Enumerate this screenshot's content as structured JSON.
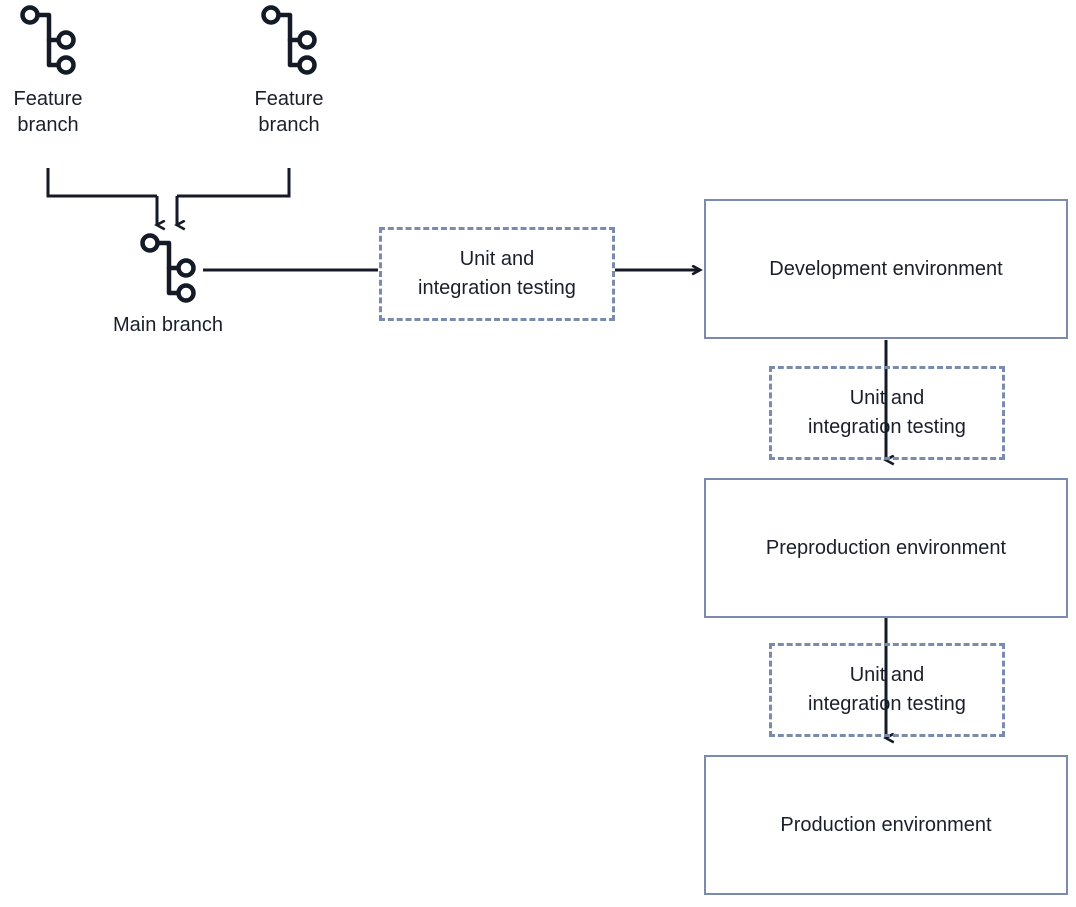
{
  "diagram": {
    "title": "CI/CD branching and environment promotion flow",
    "colors": {
      "box_border": "#7b8bb0",
      "dashed_border": "#7b8bb0",
      "line": "#141a26",
      "text": "#1a1f2b",
      "background": "#ffffff"
    },
    "branches": [
      {
        "id": "feature-branch-1",
        "icon": "git-branch-icon",
        "label": "Feature\nbranch"
      },
      {
        "id": "feature-branch-2",
        "icon": "git-branch-icon",
        "label": "Feature\nbranch"
      },
      {
        "id": "main-branch",
        "icon": "git-branch-icon",
        "label": "Main branch"
      }
    ],
    "test_gates": [
      {
        "id": "test-gate-1",
        "label": "Unit and\nintegration testing"
      },
      {
        "id": "test-gate-2",
        "label": "Unit and\nintegration testing"
      },
      {
        "id": "test-gate-3",
        "label": "Unit and\nintegration testing"
      }
    ],
    "environments": [
      {
        "id": "development-environment",
        "label": "Development environment"
      },
      {
        "id": "preproduction-environment",
        "label": "Preproduction environment"
      },
      {
        "id": "production-environment",
        "label": "Production environment"
      }
    ]
  }
}
